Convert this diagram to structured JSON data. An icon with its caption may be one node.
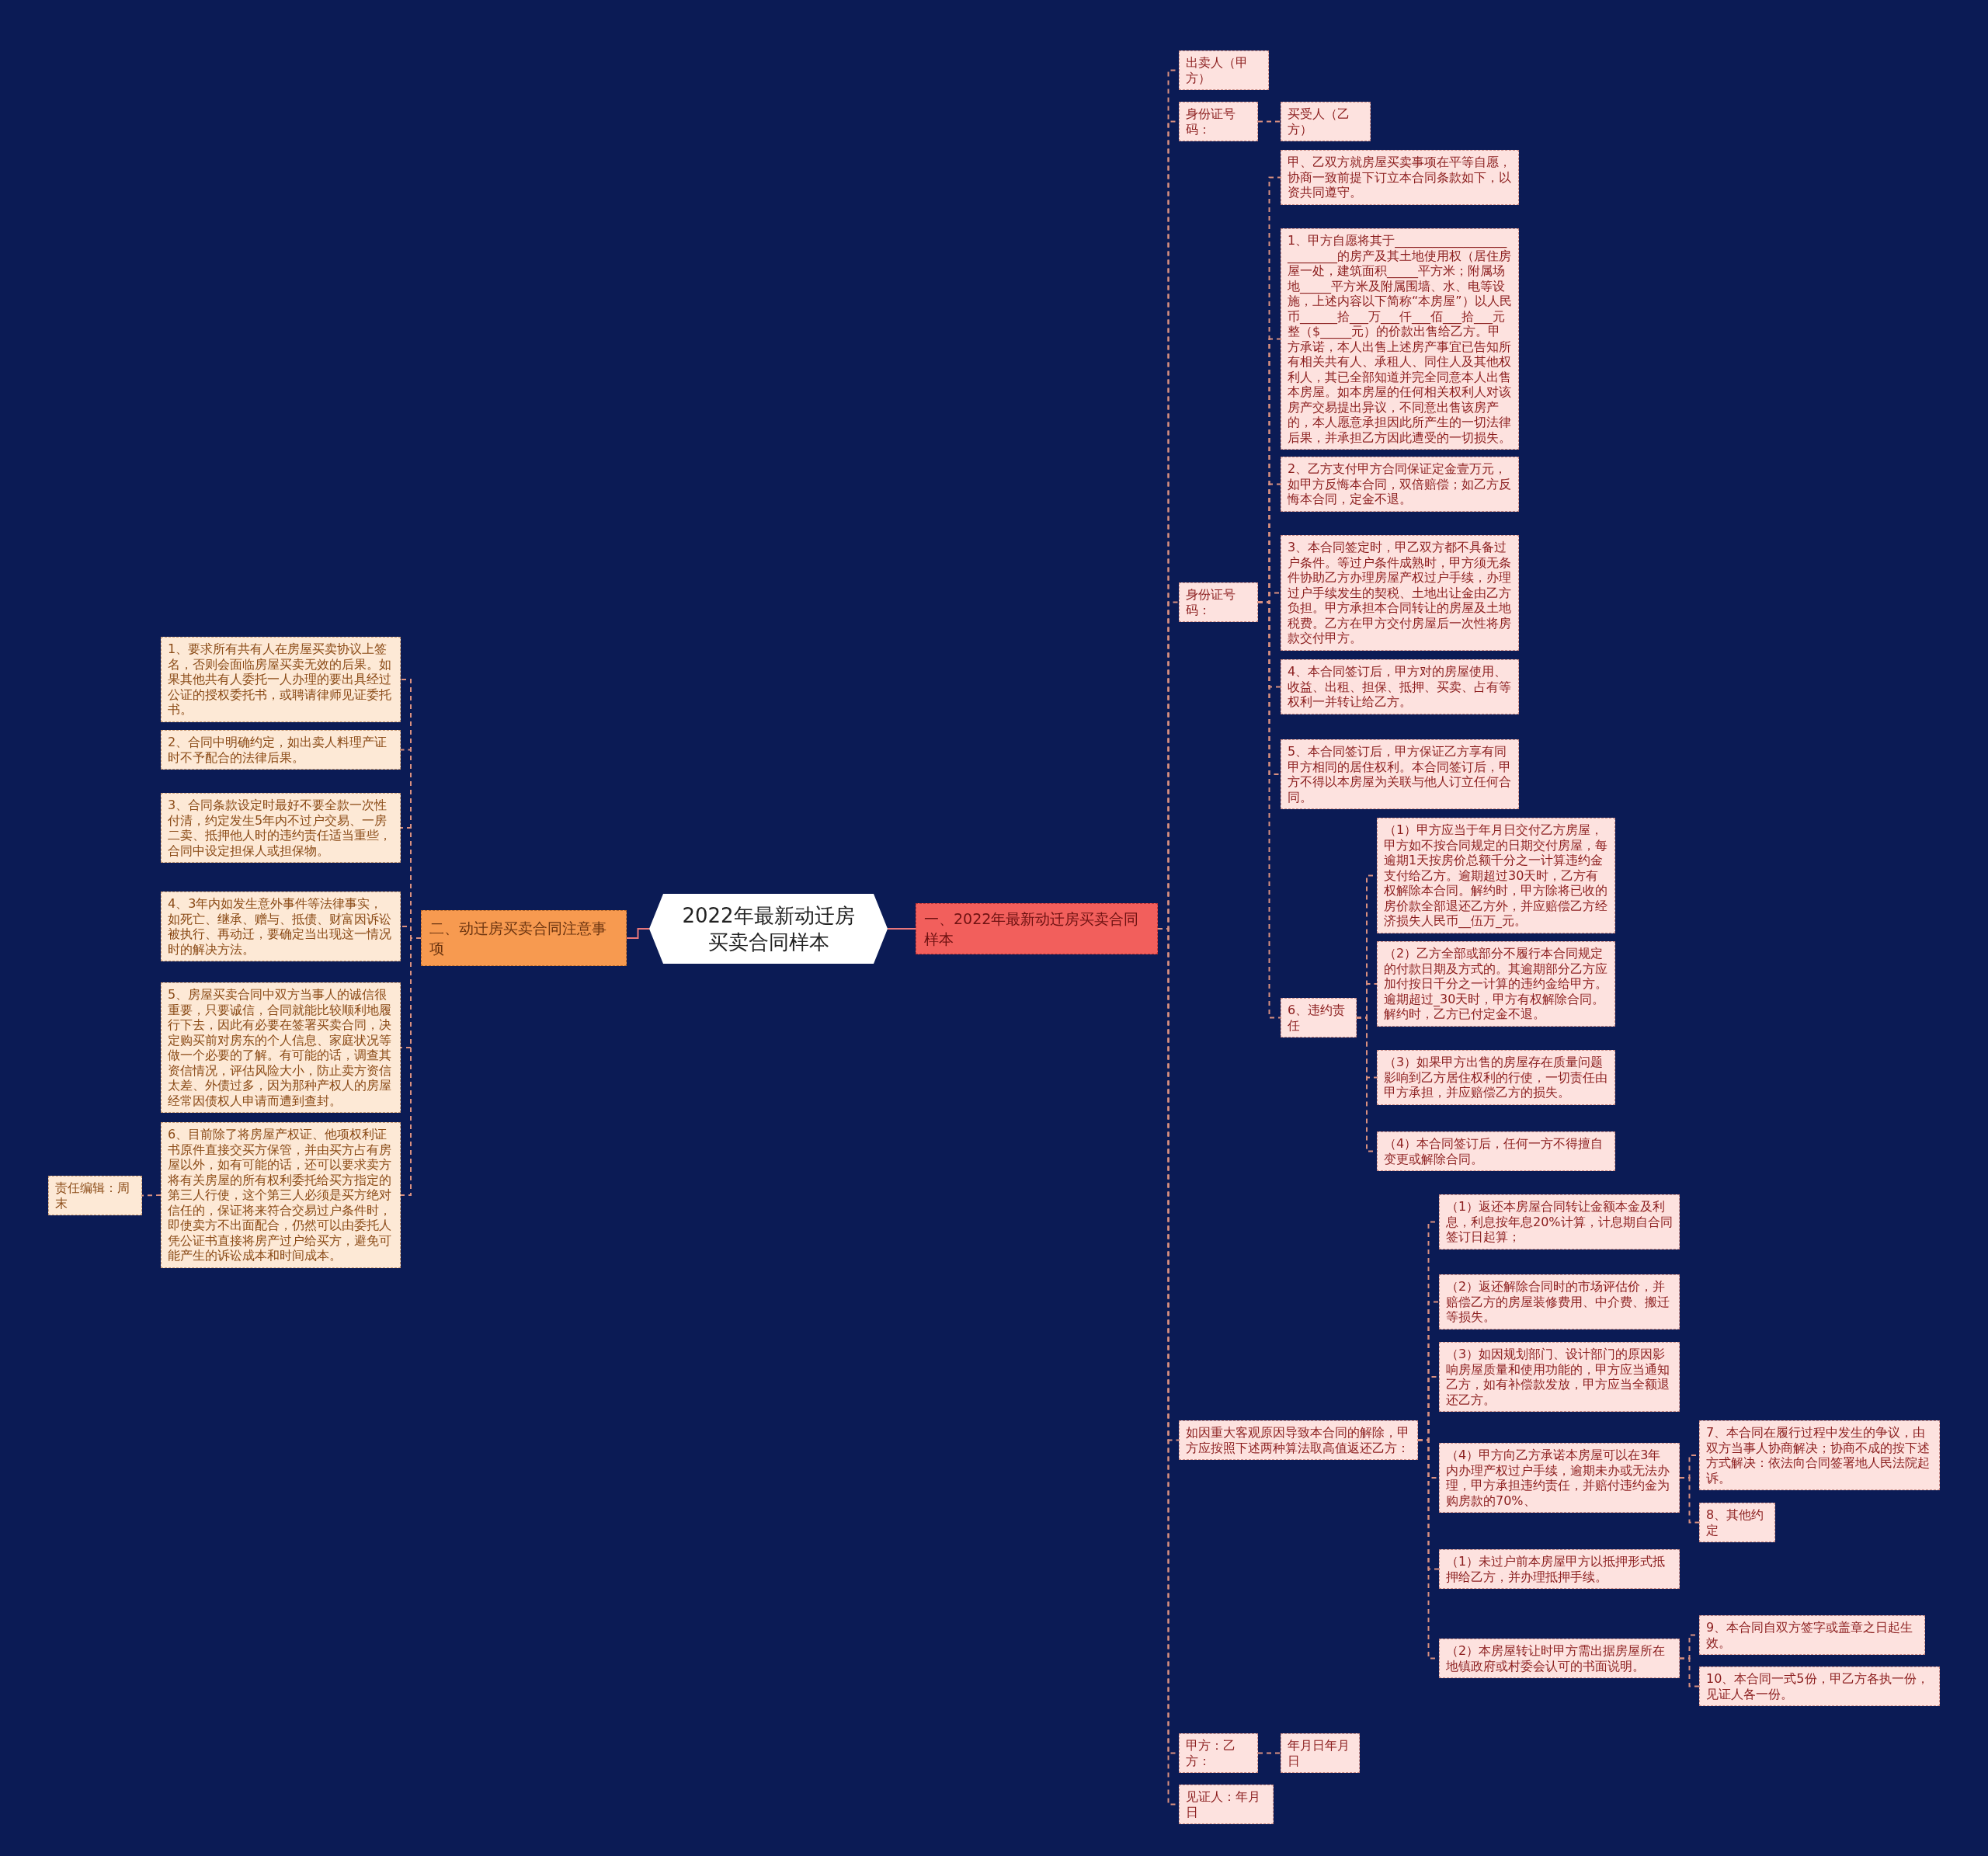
{
  "diagram": {
    "nodes": [
      {
        "text": [
          "2022年最新动迁房买卖合同样本"
        ]
      },
      {
        "text": [
          "一、2022年最新动迁房买卖合同样本"
        ]
      },
      {
        "text": [
          "二、动迁房买卖合同注意事项"
        ]
      },
      {
        "text": [
          "出卖人（甲方）"
        ]
      },
      {
        "text": [
          "身份证号码："
        ]
      },
      {
        "text": [
          "买受人（乙方）"
        ]
      },
      {
        "text": [
          "身份证号码："
        ]
      },
      {
        "text": [
          "甲、乙双方就房屋买卖事项在平等自愿，协商一致前提下订立本合同条款如下，以资共同遵守。"
        ]
      },
      {
        "text": [
          "1、甲方自愿将其于__________________________的房产及其土地使用权（居住房屋一处，建筑面积_____平方米；附属场地_____平方米及附属围墙、水、电等设施，上述内容以下简称“本房屋”）以人民币______拾___万___仟___佰___拾___元整（$_____元）的价款出售给乙方。甲方承诺，本人出售上述房产事宜已告知所有相关共有人、承租人、同住人及其他权利人，其已全部知道并完全同意本人出售本房屋。如本房屋的任何相关权利人对该房产交易提出异议，不同意出售该房产的，本人愿意承担因此所产生的一切法律后果，并承担乙方因此遭受的一切损失。"
        ]
      },
      {
        "text": [
          "2、乙方支付甲方合同保证定金壹万元，如甲方反悔本合同，双倍赔偿；如乙方反悔本合同，定金不退。"
        ]
      },
      {
        "text": [
          "3、本合同签定时，甲乙双方都不具备过户条件。等过户条件成熟时，甲方须无条件协助乙方办理房屋产权过户手续，办理过户手续发生的契税、土地出让金由乙方负担。甲方承担本合同转让的房屋及土地税费。乙方在甲方交付房屋后一次性将房款交付甲方。"
        ]
      },
      {
        "text": [
          "4、本合同签订后，甲方对的房屋使用、收益、出租、担保、抵押、买卖、占有等权利一并转让给乙方。"
        ]
      },
      {
        "text": [
          "5、本合同签订后，甲方保证乙方享有同甲方相同的居住权利。本合同签订后，甲方不得以本房屋为关联与他人订立任何合同。"
        ]
      },
      {
        "text": [
          "6、违约责任"
        ]
      },
      {
        "text": [
          "（1）甲方应当于年月日交付乙方房屋，甲方如不按合同规定的日期交付房屋，每逾期1天按房价总额千分之一计算违约金支付给乙方。逾期超过30天时，乙方有权解除本合同。解约时，甲方除将已收的房价款全部退还乙方外，并应赔偿乙方经济损失人民币__伍万_元。"
        ]
      },
      {
        "text": [
          "（2）乙方全部或部分不履行本合同规定的付款日期及方式的。其逾期部分乙方应加付按日千分之一计算的违约金给甲方。逾期超过_30天时，甲方有权解除合同。解约时，乙方已付定金不退。"
        ]
      },
      {
        "text": [
          "（3）如果甲方出售的房屋存在质量问题影响到乙方居住权利的行使，一切责任由甲方承担，并应赔偿乙方的损失。"
        ]
      },
      {
        "text": [
          "（4）本合同签订后，任何一方不得擅自变更或解除合同。"
        ]
      },
      {
        "text": [
          "如因重大客观原因导致本合同的解除，甲方应按照下述两种算法取高值返还乙方："
        ]
      },
      {
        "text": [
          "（1）返还本房屋合同转让金额本金及利息，利息按年息20%计算，计息期自合同签订日起算；"
        ]
      },
      {
        "text": [
          "（2）返还解除合同时的市场评估价，并赔偿乙方的房屋装修费用、中介费、搬迁等损失。"
        ]
      },
      {
        "text": [
          "（3）如因规划部门、设计部门的原因影响房屋质量和使用功能的，甲方应当通知乙方，如有补偿款发放，甲方应当全额退还乙方。"
        ]
      },
      {
        "text": [
          "（4）甲方向乙方承诺本房屋可以在3年内办理产权过户手续，逾期未办或无法办理，甲方承担违约责任，并赔付违约金为购房款的70%、"
        ]
      },
      {
        "text": [
          "7、本合同在履行过程中发生的争议，由双方当事人协商解决；协商不成的按下述方式解决：依法向合同签署地人民法院起诉。"
        ]
      },
      {
        "text": [
          "8、其他约定"
        ]
      },
      {
        "text": [
          "（1）未过户前本房屋甲方以抵押形式抵押给乙方，并办理抵押手续。"
        ]
      },
      {
        "text": [
          "（2）本房屋转让时甲方需出据房屋所在地镇政府或村委会认可的书面说明。"
        ]
      },
      {
        "text": [
          "9、本合同自双方签字或盖章之日起生效。"
        ]
      },
      {
        "text": [
          "10、本合同一式5份，甲乙方各执一份，见证人各一份。"
        ]
      },
      {
        "text": [
          "甲方：乙方："
        ]
      },
      {
        "text": [
          "年月日年月日"
        ]
      },
      {
        "text": [
          "见证人：年月日"
        ]
      },
      {
        "text": [
          "1、要求所有共有人在房屋买卖协议上签名，否则会面临房屋买卖无效的后果。如果其他共有人委托一人办理的要出具经过公证的授权委托书，或聘请律师见证委托书。"
        ]
      },
      {
        "text": [
          "2、合同中明确约定，如出卖人料理产证时不予配合的法律后果。"
        ]
      },
      {
        "text": [
          "3、合同条款设定时最好不要全款一次性付清，约定发生5年内不过户交易、一房二卖、抵押他人时的违约责任适当重些，合同中设定担保人或担保物。"
        ]
      },
      {
        "text": [
          "4、3年内如发生意外事件等法律事实，如死亡、继承、赠与、抵债、财富因诉讼被执行、再动迁，要确定当出现这一情况时的解决方法。"
        ]
      },
      {
        "text": [
          "5、房屋买卖合同中双方当事人的诚信很重要，只要诚信，合同就能比较顺利地履行下去，因此有必要在签署买卖合同，决定购买前对房东的个人信息、家庭状况等做一个必要的了解。有可能的话，调查其资信情况，评估风险大小，防止卖方资信太差、外债过多，因为那种产权人的房屋经常因债权人申请而遭到查封。"
        ]
      },
      {
        "text": [
          "6、目前除了将房屋产权证、他项权利证书原件直接交买方保管，并由买方占有房屋以外，如有可能的话，还可以要求卖方将有关房屋的所有权利委托给买方指定的第三人行使，这个第三人必须是买方绝对信任的，保证将来符合交易过户条件时，即使卖方不出面配合，仍然可以由委托人凭公证书直接将房产过户给买方，避免可能产生的诉讼成本和时间成本。"
        ]
      },
      {
        "text": [
          "责任编辑：周末"
        ]
      }
    ],
    "edges": [
      {
        "from": 0,
        "to": 1,
        "arrow": "none"
      },
      {
        "from": 0,
        "to": 2,
        "arrow": "none"
      },
      {
        "from": 1,
        "to": 3,
        "arrow": "none",
        "style": "dashed"
      },
      {
        "from": 1,
        "to": 4,
        "arrow": "none",
        "style": "dashed"
      },
      {
        "from": 4,
        "to": 5,
        "arrow": "none",
        "style": "dashed"
      },
      {
        "from": 1,
        "to": 6,
        "arrow": "none",
        "style": "dashed"
      },
      {
        "from": 6,
        "to": 7,
        "arrow": "none",
        "style": "dashed"
      },
      {
        "from": 6,
        "to": 8,
        "arrow": "none",
        "style": "dashed"
      },
      {
        "from": 6,
        "to": 9,
        "arrow": "none",
        "style": "dashed"
      },
      {
        "from": 6,
        "to": 10,
        "arrow": "none",
        "style": "dashed"
      },
      {
        "from": 6,
        "to": 11,
        "arrow": "none",
        "style": "dashed"
      },
      {
        "from": 6,
        "to": 12,
        "arrow": "none",
        "style": "dashed"
      },
      {
        "from": 6,
        "to": 13,
        "arrow": "none",
        "style": "dashed"
      },
      {
        "from": 13,
        "to": 14,
        "arrow": "none",
        "style": "dashed"
      },
      {
        "from": 13,
        "to": 15,
        "arrow": "none",
        "style": "dashed"
      },
      {
        "from": 13,
        "to": 16,
        "arrow": "none",
        "style": "dashed"
      },
      {
        "from": 13,
        "to": 17,
        "arrow": "none",
        "style": "dashed"
      },
      {
        "from": 1,
        "to": 18,
        "arrow": "none",
        "style": "dashed"
      },
      {
        "from": 18,
        "to": 19,
        "arrow": "none",
        "style": "dashed"
      },
      {
        "from": 18,
        "to": 20,
        "arrow": "none",
        "style": "dashed"
      },
      {
        "from": 18,
        "to": 21,
        "arrow": "none",
        "style": "dashed"
      },
      {
        "from": 18,
        "to": 22,
        "arrow": "none",
        "style": "dashed"
      },
      {
        "from": 22,
        "to": 23,
        "arrow": "none",
        "style": "dashed"
      },
      {
        "from": 22,
        "to": 24,
        "arrow": "none",
        "style": "dashed"
      },
      {
        "from": 18,
        "to": 25,
        "arrow": "none",
        "style": "dashed"
      },
      {
        "from": 18,
        "to": 26,
        "arrow": "none",
        "style": "dashed"
      },
      {
        "from": 26,
        "to": 27,
        "arrow": "none",
        "style": "dashed"
      },
      {
        "from": 26,
        "to": 28,
        "arrow": "none",
        "style": "dashed"
      },
      {
        "from": 1,
        "to": 29,
        "arrow": "none",
        "style": "dashed"
      },
      {
        "from": 29,
        "to": 30,
        "arrow": "none",
        "style": "dashed"
      },
      {
        "from": 1,
        "to": 31,
        "arrow": "none",
        "style": "dashed"
      },
      {
        "from": 2,
        "to": 32,
        "arrow": "none",
        "style": "dashed"
      },
      {
        "from": 2,
        "to": 33,
        "arrow": "none",
        "style": "dashed"
      },
      {
        "from": 2,
        "to": 34,
        "arrow": "none",
        "style": "dashed"
      },
      {
        "from": 2,
        "to": 35,
        "arrow": "none",
        "style": "dashed"
      },
      {
        "from": 2,
        "to": 36,
        "arrow": "none",
        "style": "dashed"
      },
      {
        "from": 2,
        "to": 37,
        "arrow": "none",
        "style": "dashed"
      },
      {
        "from": 37,
        "to": 38,
        "arrow": "none",
        "style": "dashed"
      }
    ]
  }
}
